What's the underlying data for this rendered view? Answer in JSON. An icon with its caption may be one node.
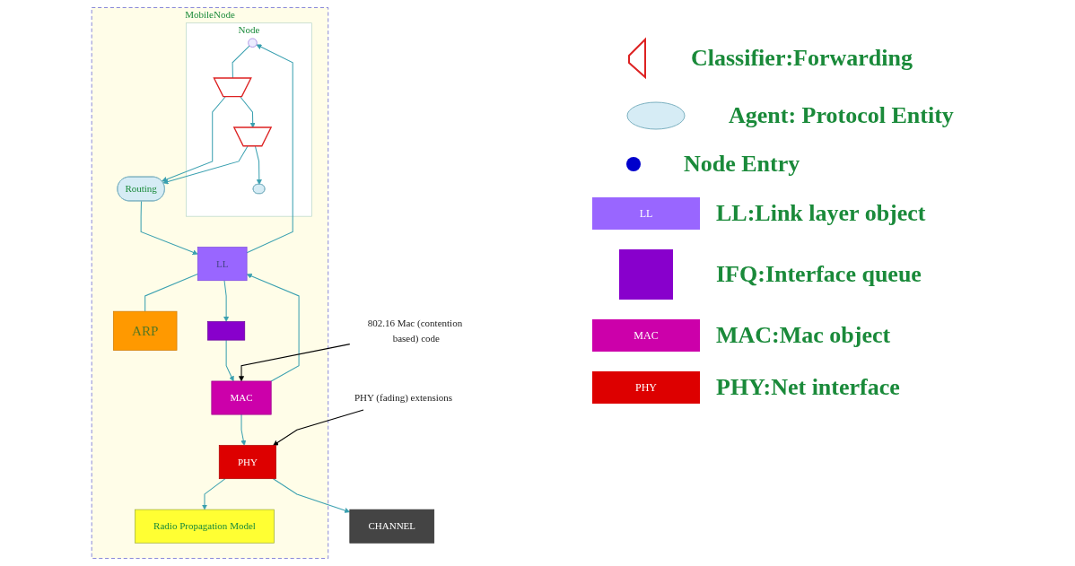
{
  "diagram": {
    "nodes": [
      {
        "text": [
          "MobileNode"
        ]
      },
      {
        "text": [
          "Node"
        ],
        "in": 0
      },
      {
        "text": [],
        "shape": "circle",
        "in": 1
      },
      {
        "text": [],
        "shape": "trapezoid",
        "in": 1
      },
      {
        "text": [],
        "shape": "trapezoid",
        "in": 1
      },
      {
        "text": [],
        "shape": "ellipse",
        "in": 1
      },
      {
        "text": [
          "Routing"
        ],
        "in": 0
      },
      {
        "text": [
          "LL"
        ],
        "in": 0
      },
      {
        "text": [
          "ARP"
        ],
        "in": 0
      },
      {
        "text": [],
        "shape": "box",
        "in": 0
      },
      {
        "text": [
          "MAC"
        ],
        "in": 0
      },
      {
        "text": [
          "PHY"
        ],
        "in": 0
      },
      {
        "text": [
          "Radio Propagation Model"
        ],
        "in": 0
      },
      {
        "text": [
          "CHANNEL"
        ]
      },
      {
        "text": [
          "802.16 Mac (contention based) code"
        ]
      },
      {
        "text": [
          "PHY (fading) extensions"
        ]
      }
    ],
    "edges": [
      {
        "from": 7,
        "to": 2,
        "arrow": "to"
      },
      {
        "from": 2,
        "to": 3,
        "arrow": "none"
      },
      {
        "from": 3,
        "to": 4,
        "arrow": "to"
      },
      {
        "from": 3,
        "to": 6,
        "arrow": "to"
      },
      {
        "from": 4,
        "to": 5,
        "arrow": "to"
      },
      {
        "from": 4,
        "to": 6,
        "arrow": "to"
      },
      {
        "from": 6,
        "to": 7,
        "arrow": "to"
      },
      {
        "from": 7,
        "to": 8,
        "arrow": "none"
      },
      {
        "from": 7,
        "to": 9,
        "arrow": "to"
      },
      {
        "from": 9,
        "to": 10,
        "arrow": "to"
      },
      {
        "from": 10,
        "to": 7,
        "arrow": "to"
      },
      {
        "from": 10,
        "to": 11,
        "arrow": "to"
      },
      {
        "from": 11,
        "to": 12,
        "arrow": "to"
      },
      {
        "from": 11,
        "to": 13,
        "arrow": "to"
      },
      {
        "from": 14,
        "to": 10,
        "arrow": "to",
        "color": "#000000"
      },
      {
        "from": 15,
        "to": 11,
        "arrow": "to",
        "color": "#000000"
      }
    ],
    "labels": [
      "LL",
      "MAC",
      "PHY"
    ],
    "legend": [
      {
        "text": "Classifier:Forwarding"
      },
      {
        "text": "Agent: Protocol Entity"
      },
      {
        "text": "Node Entry"
      },
      {
        "text": "LL:Link layer object",
        "color": "#9966ff"
      },
      {
        "text": "IFQ:Interface queue",
        "color": "#8800cc"
      },
      {
        "text": "MAC:Mac object",
        "color": "#cc00aa"
      },
      {
        "text": "PHY:Net interface",
        "color": "#dd0000"
      }
    ]
  }
}
